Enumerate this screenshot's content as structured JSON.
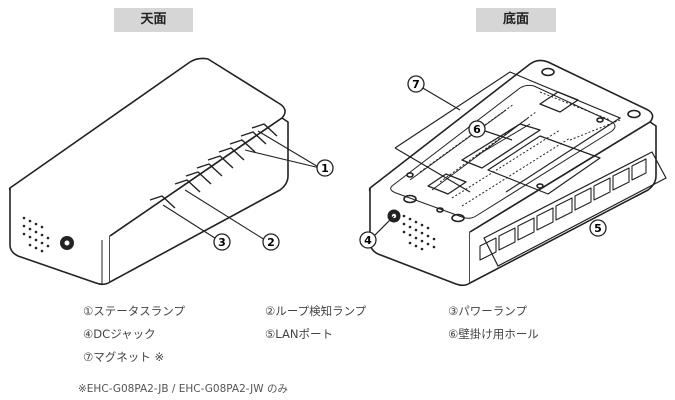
{
  "tabs": {
    "top": "天面",
    "bottom": "底面"
  },
  "callouts": {
    "c1": "1",
    "c2": "2",
    "c3": "3",
    "c4": "4",
    "c5": "5",
    "c6": "6",
    "c7": "7"
  },
  "legend": [
    "①ステータスランプ",
    "②ループ検知ランプ",
    "③パワーランプ",
    "④DCジャック",
    "⑤LANポート",
    "⑥壁掛け用ホール",
    "⑦マグネット ※"
  ],
  "note": "※EHC-G08PA2-JB / EHC-G08PA2-JW のみ"
}
